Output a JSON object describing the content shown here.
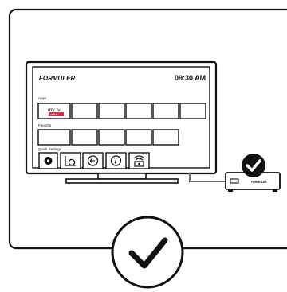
{
  "tv_screen": {
    "brand": "FORMULER",
    "time": "09:30 AM",
    "sections": {
      "apps_label": "Apps",
      "favorite_label": "Favorite",
      "quick_settings_label": "Quick Settings"
    },
    "featured_app": {
      "top_text": "my tv",
      "bottom_text": "online"
    },
    "quick_settings_icons": [
      "settings-icon",
      "timer-icon",
      "back-icon",
      "info-icon",
      "network-icon"
    ]
  },
  "set_top_box": {
    "label": "FORMULER"
  },
  "status": {
    "overall": "check-icon",
    "box": "check-badge-icon"
  }
}
